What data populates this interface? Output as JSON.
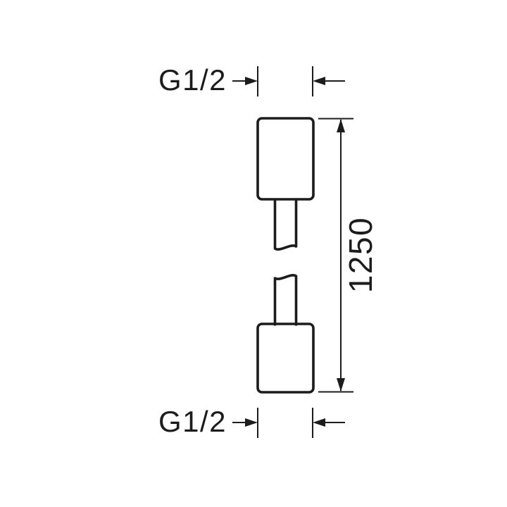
{
  "diagram": {
    "labels": {
      "top_thread": "G1/2",
      "bottom_thread": "G1/2",
      "length": "1250"
    },
    "colors": {
      "line": "#1c1c1c",
      "background": "#ffffff"
    }
  }
}
